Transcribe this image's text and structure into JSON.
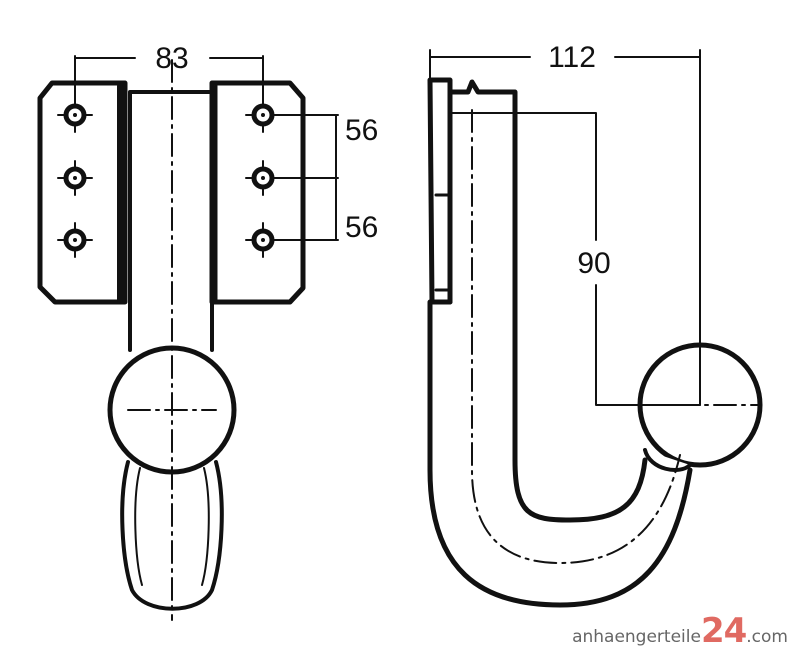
{
  "dimensions": {
    "front_width": "83",
    "hole_spacing_upper": "56",
    "hole_spacing_lower": "56",
    "side_width": "112",
    "side_height": "90"
  },
  "watermark": {
    "prefix": "anhaengerteile",
    "number": "24",
    "suffix": ".com",
    "accent_color": "#e06a62"
  }
}
